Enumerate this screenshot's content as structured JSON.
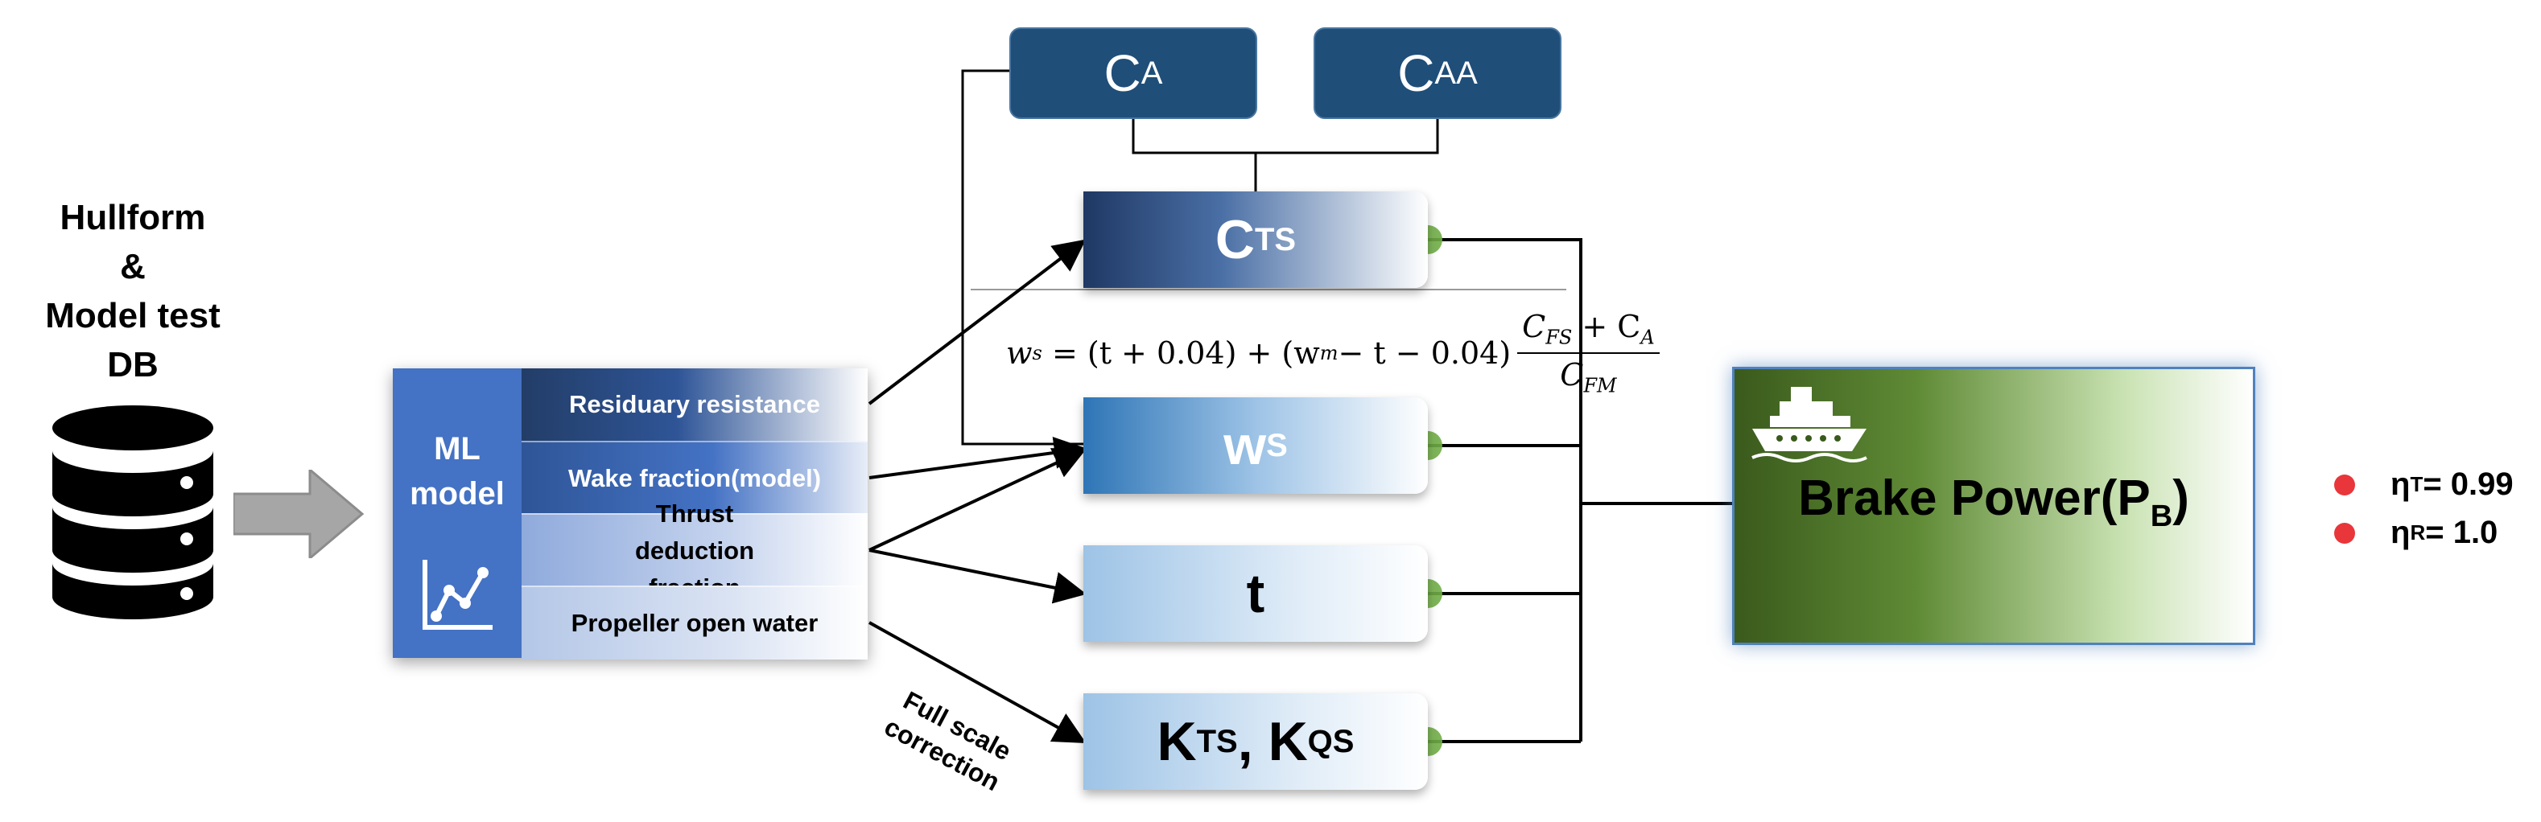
{
  "database": {
    "label_lines": [
      "Hullform",
      "&",
      "Model test",
      "DB"
    ],
    "icon": "database-icon"
  },
  "flow_arrow": {
    "icon": "right-arrow-icon"
  },
  "ml_model": {
    "title_lines": [
      "ML",
      "model"
    ],
    "icon": "chart-line-icon",
    "outputs": [
      "Residuary resistance",
      "Wake fraction(model)",
      "Thrust deduction fraction",
      "Propeller open water"
    ]
  },
  "correction_boxes": [
    {
      "symbol": "C",
      "subscript": "A"
    },
    {
      "symbol": "C",
      "subscript": "AA"
    }
  ],
  "full_scale_outputs": [
    {
      "symbol": "C",
      "subscript": "TS"
    },
    {
      "symbol": "w",
      "subscript": "S"
    },
    {
      "symbol": "t",
      "subscript": ""
    },
    {
      "symbol_1": "K",
      "subscript_1": "TS",
      "separator": ",",
      "symbol_2": "K",
      "subscript_2": "QS"
    }
  ],
  "wake_formula": {
    "lhs": "w",
    "lhs_sub": "s",
    "middle": "= (t + 0.04) + (w",
    "middle_sub": "m",
    "rest": " − t − 0.04)",
    "numerator": "C",
    "numerator_sub": "FS",
    "numerator_rest": " + C",
    "numerator_sub2": "A",
    "denominator": "C",
    "denominator_sub": "FM"
  },
  "correction_label": [
    "Full scale",
    "correction"
  ],
  "brake_power": {
    "label": "Brake Power(P",
    "subscript": "B",
    "suffix": ")",
    "icon": "ship-icon"
  },
  "efficiencies": [
    {
      "symbol": "η",
      "subscript": "T",
      "value": " = 0.99"
    },
    {
      "symbol": "η",
      "subscript": "R",
      "value": " = 1.0"
    }
  ],
  "colors": {
    "dark_navy": "#1f4e79",
    "ml_blue": "#4472c4",
    "connector_green": "#70ad47",
    "bullet_red": "#e8363b",
    "brake_green": "#3a5a1c"
  }
}
